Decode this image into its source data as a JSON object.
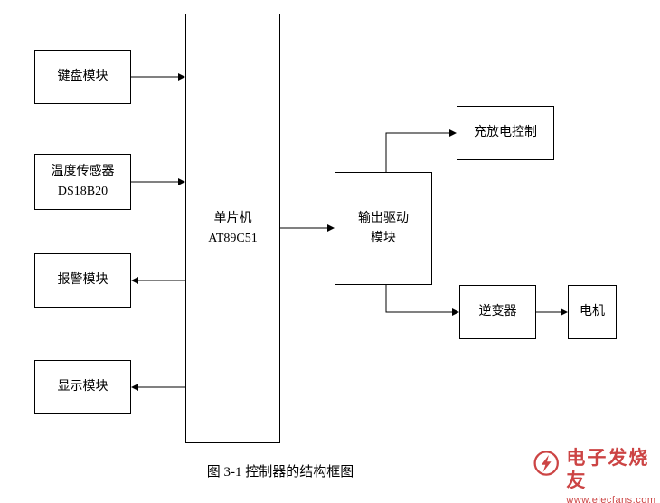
{
  "diagram": {
    "caption": "图 3-1 控制器的结构框图",
    "line_color": "#000000",
    "blocks": {
      "keyboard": {
        "label": "键盘模块"
      },
      "temp_sensor": {
        "line1": "温度传感器",
        "line2": "DS18B20"
      },
      "alarm": {
        "label": "报警模块"
      },
      "display": {
        "label": "显示模块"
      },
      "mcu": {
        "line1": "单片机",
        "line2": "AT89C51"
      },
      "output_drive": {
        "line1": "输出驱动",
        "line2": "模块"
      },
      "charge_control": {
        "label": "充放电控制"
      },
      "inverter": {
        "label": "逆变器"
      },
      "motor": {
        "label": "电机"
      }
    },
    "connections": [
      {
        "from": "keyboard",
        "to": "mcu"
      },
      {
        "from": "temp_sensor",
        "to": "mcu"
      },
      {
        "from": "mcu",
        "to": "alarm"
      },
      {
        "from": "mcu",
        "to": "display"
      },
      {
        "from": "mcu",
        "to": "output_drive"
      },
      {
        "from": "output_drive",
        "to": "charge_control"
      },
      {
        "from": "output_drive",
        "to": "inverter"
      },
      {
        "from": "inverter",
        "to": "motor"
      }
    ]
  },
  "watermark": {
    "brand": "电子发烧友",
    "url": "www.elecfans.com",
    "color": "#cc4444"
  }
}
